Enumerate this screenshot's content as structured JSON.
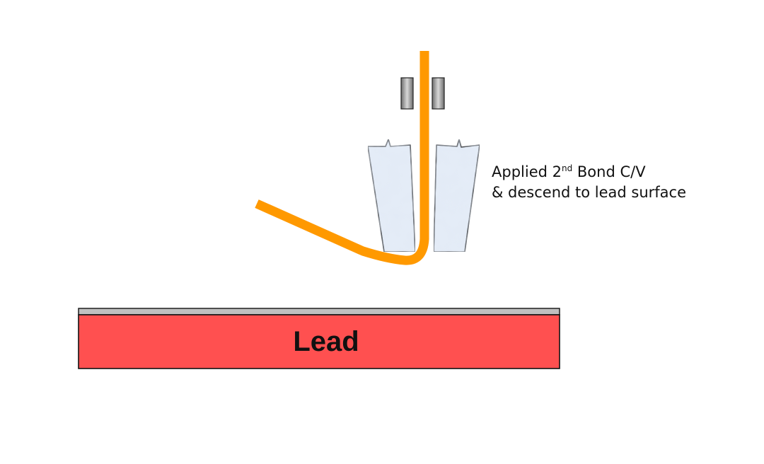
{
  "caption": {
    "line1_before": "Applied 2",
    "line1_sup": "nd",
    "line1_after": " Bond C/V",
    "line2": "& descend to lead surface"
  },
  "lead": {
    "label": "Lead",
    "fill_color": "#ff5050",
    "surface_color": "#c0c0c0"
  },
  "wire": {
    "color": "#ff9900"
  },
  "capillary": {
    "color": "#e2eaf6"
  },
  "clamp": {
    "color": "#9a9a9a"
  }
}
